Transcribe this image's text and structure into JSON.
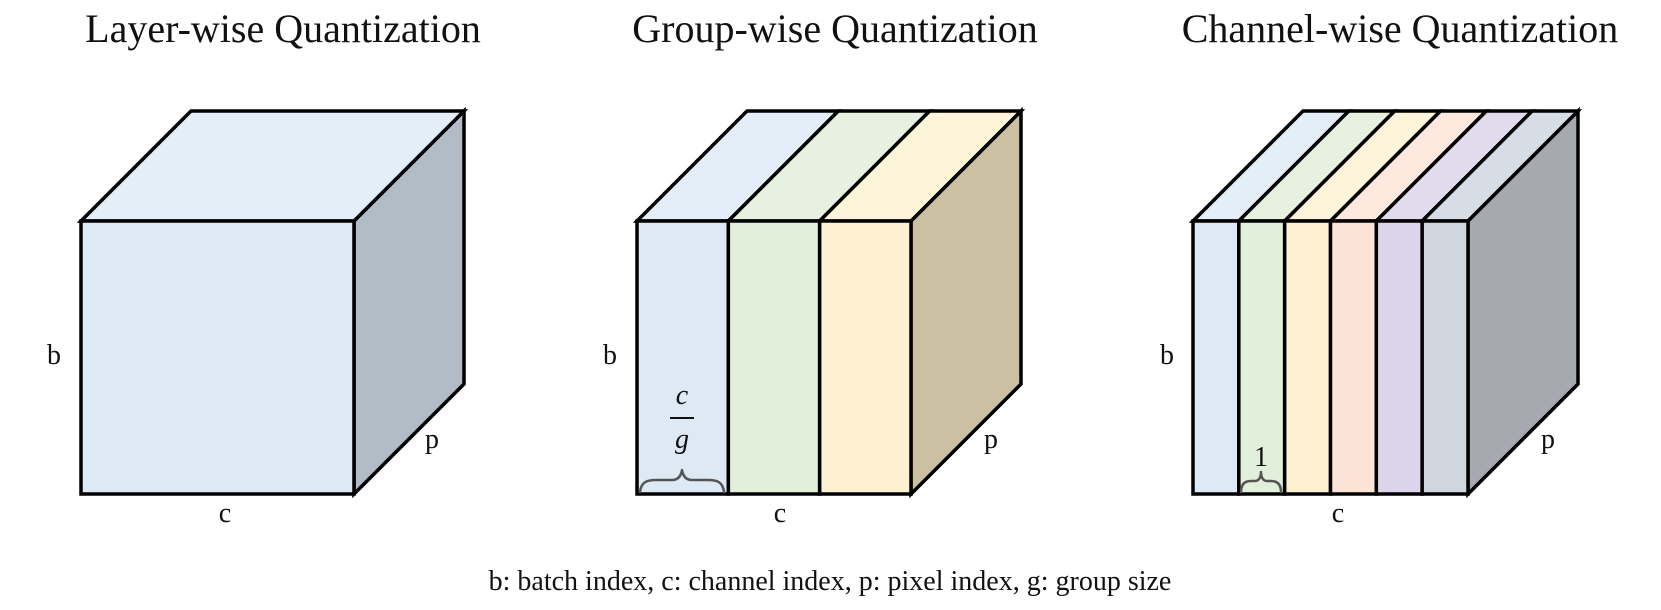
{
  "panels": [
    {
      "title": "Layer-wise Quantization",
      "labels": {
        "b": "b",
        "c": "c",
        "p": "p"
      },
      "slices": 1,
      "front_colors": [
        "#dde9f5"
      ],
      "top_colors": [
        "#e3eef8"
      ],
      "side_color": "#b1bcc7"
    },
    {
      "title": "Group-wise Quantization",
      "labels": {
        "b": "b",
        "c": "c",
        "p": "p"
      },
      "slices": 3,
      "front_colors": [
        "#dde9f5",
        "#e2efdb",
        "#fdf1d2"
      ],
      "top_colors": [
        "#e3eef8",
        "#e6f1df",
        "#fef4d9"
      ],
      "side_color": "#cbc0a2",
      "slice_annotation": {
        "numerator": "c",
        "denominator": "g"
      }
    },
    {
      "title": "Channel-wise Quantization",
      "labels": {
        "b": "b",
        "c": "c",
        "p": "p"
      },
      "slices": 6,
      "front_colors": [
        "#dde9f5",
        "#e2efdb",
        "#fdf1d2",
        "#fbe3d6",
        "#dcd4ea",
        "#cfd6de"
      ],
      "top_colors": [
        "#e3eef8",
        "#e6f1df",
        "#fef4d9",
        "#fce8dc",
        "#e2dbee",
        "#d7dde4"
      ],
      "side_color": "#a6a9b0",
      "slice_annotation": {
        "text": "1"
      }
    }
  ],
  "caption": "b: batch index, c: channel index, p: pixel index, g: group size"
}
